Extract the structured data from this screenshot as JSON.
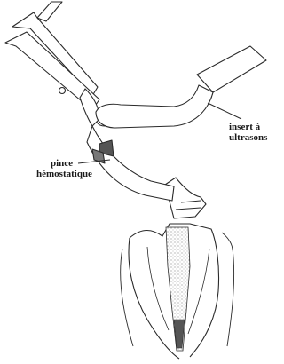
{
  "labels": {
    "insert_line1": "insert à",
    "insert_line2": "ultrasons",
    "pince_line1": "pince",
    "pince_line2": "hémostatique"
  },
  "colors": {
    "line": "#2a2a2a",
    "shadow": "#555555",
    "stipple": "#9a9a9a"
  }
}
